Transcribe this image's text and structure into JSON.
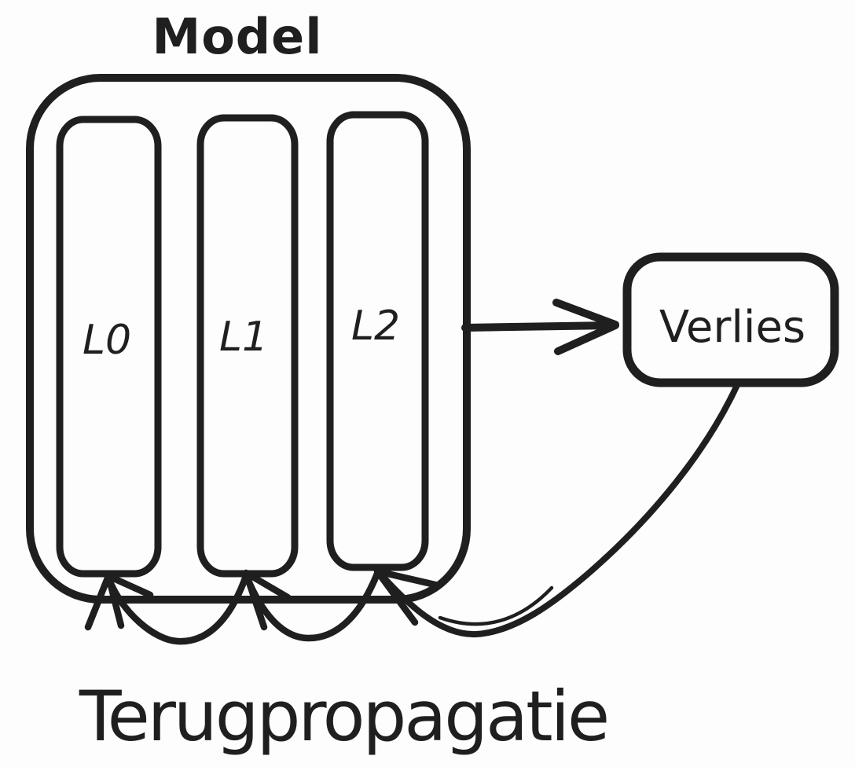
{
  "diagram": {
    "model": {
      "title": "Model"
    },
    "layers": [
      {
        "label": "L0"
      },
      {
        "label": "L1"
      },
      {
        "label": "L2"
      }
    ],
    "loss": {
      "label": "Verlies"
    },
    "backprop": {
      "label": "Terugpropagatie"
    },
    "colors": {
      "background": "#fdfdfd",
      "model_fill": "#f8c5c8",
      "layer_fill": "#a6e7ae",
      "loss_fill": "#f6e285",
      "ink": "#1f1f1f"
    }
  }
}
